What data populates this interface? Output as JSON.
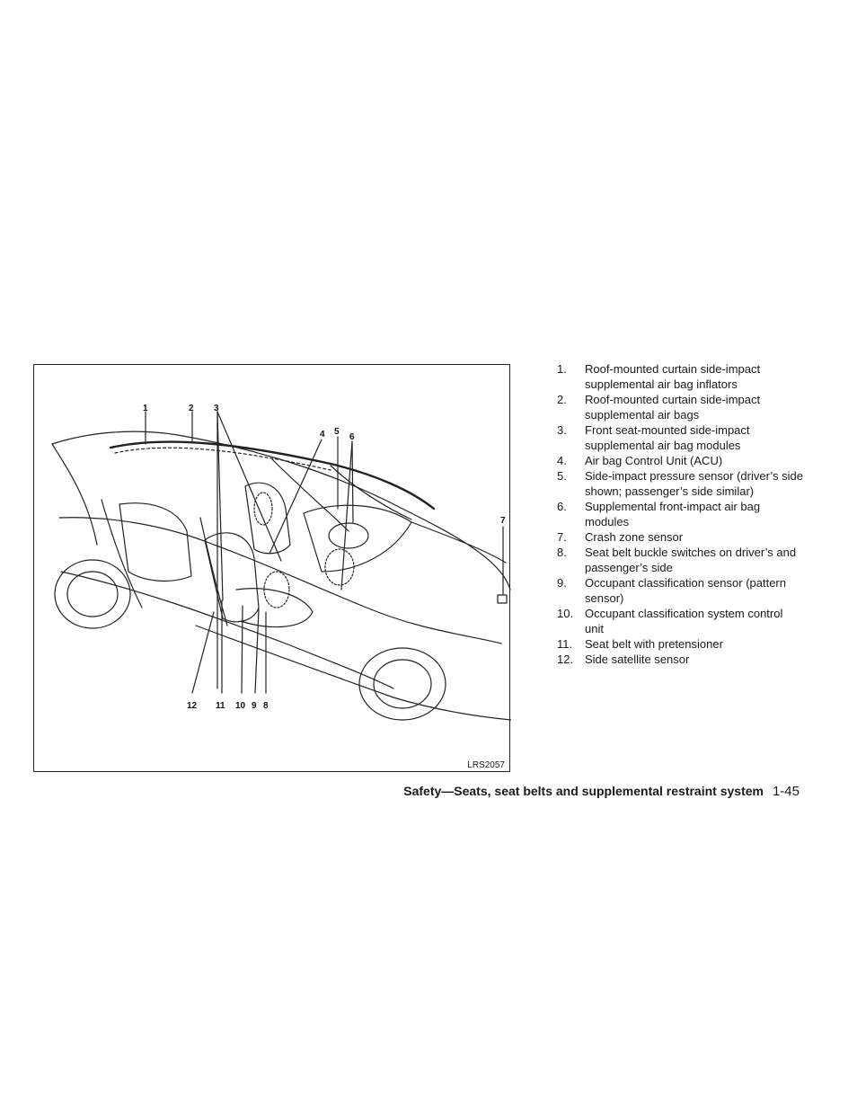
{
  "figure": {
    "code": "LRS2057",
    "callouts": [
      "1",
      "2",
      "3",
      "4",
      "5",
      "6",
      "7",
      "8",
      "9",
      "10",
      "11",
      "12"
    ]
  },
  "legend": [
    {
      "num": "1.",
      "text": "Roof-mounted curtain side-impact supplemental air bag inflators"
    },
    {
      "num": "2.",
      "text": "Roof-mounted curtain side-impact supplemental air bags"
    },
    {
      "num": "3.",
      "text": "Front seat-mounted side-impact supplemental air bag modules"
    },
    {
      "num": "4.",
      "text": "Air bag Control Unit (ACU)"
    },
    {
      "num": "5.",
      "text": "Side-impact pressure sensor (driver’s side shown; passenger’s side similar)"
    },
    {
      "num": "6.",
      "text": "Supplemental front-impact air bag modules"
    },
    {
      "num": "7.",
      "text": "Crash zone sensor"
    },
    {
      "num": "8.",
      "text": "Seat belt buckle switches on driver’s and passenger’s side"
    },
    {
      "num": "9.",
      "text": "Occupant classification sensor (pattern sensor)"
    },
    {
      "num": "10.",
      "text": "Occupant classification system control unit"
    },
    {
      "num": "11.",
      "text": "Seat belt with pretensioner"
    },
    {
      "num": "12.",
      "text": "Side satellite sensor"
    }
  ],
  "footer": {
    "section_title": "Safety—Seats, seat belts and supplemental restraint system",
    "page_number": "1-45"
  }
}
